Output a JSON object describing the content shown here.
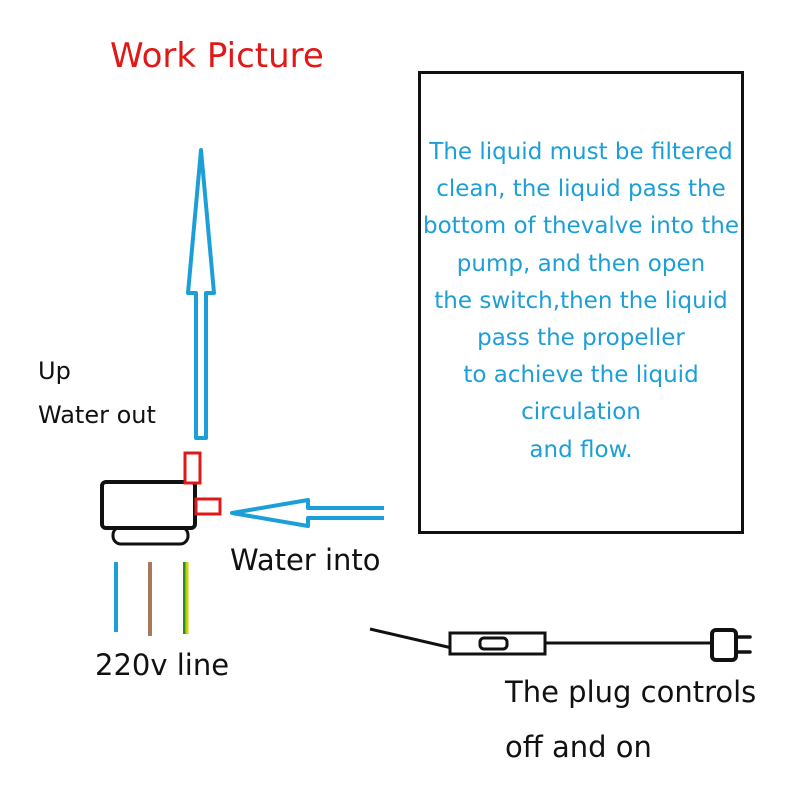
{
  "title": "Work Picture",
  "labels": {
    "up": "Up",
    "water_out": "Water out",
    "water_into": "Water into",
    "line": "220v line",
    "plug_line1": "The plug controls",
    "plug_line2": "off and on"
  },
  "note": {
    "lines": [
      "The liquid must be filtered",
      "clean, the liquid pass the",
      "bottom of thevalve into the",
      "pump, and then open",
      "the switch,then the liquid",
      "pass the propeller",
      "to achieve the liquid",
      "circulation",
      "and flow."
    ]
  },
  "colors": {
    "title": "#e01818",
    "note_text": "#1c9fd8",
    "arrow": "#1c9fd8",
    "fitting": "#e01818",
    "wire_blue": "#1c9fd8",
    "wire_brown": "#a8785c",
    "wire_ground": "#c8d400"
  },
  "icons": [
    "up-arrow-icon",
    "left-arrow-icon",
    "pump-icon",
    "plug-icon",
    "switch-icon"
  ]
}
